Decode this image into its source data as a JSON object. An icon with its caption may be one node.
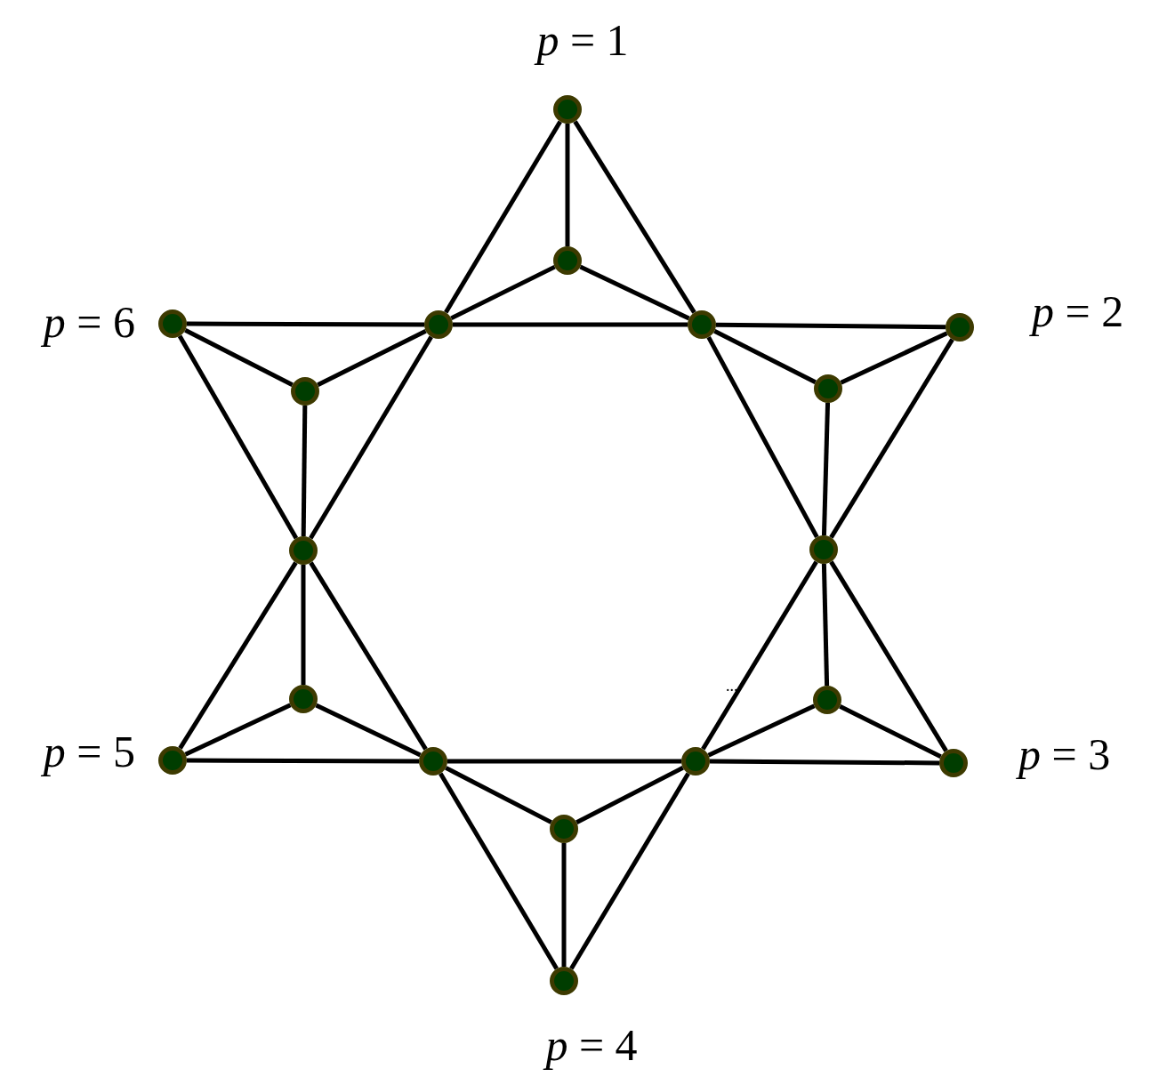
{
  "diagram": {
    "nodes": [
      {
        "text": [],
        "shape": "circle",
        "beside": [
          "*p* = 1"
        ]
      },
      {
        "text": [],
        "shape": "circle"
      },
      {
        "text": [],
        "shape": "circle",
        "beside": [
          "*p* = 6"
        ]
      },
      {
        "text": [],
        "shape": "circle"
      },
      {
        "text": [],
        "shape": "circle"
      },
      {
        "text": [],
        "shape": "circle",
        "beside": [
          "*p* = 2"
        ]
      },
      {
        "text": [],
        "shape": "circle"
      },
      {
        "text": [],
        "shape": "circle"
      },
      {
        "text": [],
        "shape": "circle"
      },
      {
        "text": [],
        "shape": "circle"
      },
      {
        "text": [],
        "shape": "circle"
      },
      {
        "text": [],
        "shape": "circle"
      },
      {
        "text": [],
        "shape": "circle",
        "beside": [
          "*p* = 5"
        ]
      },
      {
        "text": [],
        "shape": "circle"
      },
      {
        "text": [],
        "shape": "circle"
      },
      {
        "text": [],
        "shape": "circle",
        "beside": [
          "*p* = 3"
        ]
      },
      {
        "text": [],
        "shape": "circle"
      },
      {
        "text": [],
        "shape": "circle",
        "beside": [
          "*p* = 4"
        ]
      }
    ],
    "edges": [
      {
        "from": 0,
        "to": 3,
        "arrow": "none"
      },
      {
        "from": 0,
        "to": 4,
        "arrow": "none"
      },
      {
        "from": 0,
        "to": 1,
        "arrow": "none"
      },
      {
        "from": 1,
        "to": 3,
        "arrow": "none"
      },
      {
        "from": 1,
        "to": 4,
        "arrow": "none"
      },
      {
        "from": 2,
        "to": 3,
        "arrow": "none"
      },
      {
        "from": 3,
        "to": 4,
        "arrow": "none"
      },
      {
        "from": 4,
        "to": 5,
        "arrow": "none"
      },
      {
        "from": 2,
        "to": 6,
        "arrow": "none"
      },
      {
        "from": 6,
        "to": 3,
        "arrow": "none"
      },
      {
        "from": 4,
        "to": 7,
        "arrow": "none"
      },
      {
        "from": 7,
        "to": 5,
        "arrow": "none"
      },
      {
        "from": 2,
        "to": 8,
        "arrow": "none"
      },
      {
        "from": 3,
        "to": 8,
        "arrow": "none"
      },
      {
        "from": 6,
        "to": 8,
        "arrow": "none"
      },
      {
        "from": 4,
        "to": 9,
        "arrow": "none"
      },
      {
        "from": 5,
        "to": 9,
        "arrow": "none"
      },
      {
        "from": 7,
        "to": 9,
        "arrow": "none"
      },
      {
        "from": 8,
        "to": 10,
        "arrow": "none"
      },
      {
        "from": 8,
        "to": 12,
        "arrow": "none"
      },
      {
        "from": 8,
        "to": 13,
        "arrow": "none"
      },
      {
        "from": 9,
        "to": 11,
        "arrow": "none"
      },
      {
        "from": 9,
        "to": 15,
        "arrow": "none"
      },
      {
        "from": 9,
        "to": 14,
        "arrow": "none"
      },
      {
        "from": 12,
        "to": 10,
        "arrow": "none"
      },
      {
        "from": 10,
        "to": 13,
        "arrow": "none"
      },
      {
        "from": 12,
        "to": 13,
        "arrow": "none"
      },
      {
        "from": 13,
        "to": 14,
        "arrow": "none"
      },
      {
        "from": 14,
        "to": 15,
        "arrow": "none"
      },
      {
        "from": 11,
        "to": 14,
        "arrow": "none"
      },
      {
        "from": 11,
        "to": 15,
        "arrow": "none"
      },
      {
        "from": 13,
        "to": 16,
        "arrow": "none"
      },
      {
        "from": 16,
        "to": 14,
        "arrow": "none"
      },
      {
        "from": 13,
        "to": 17,
        "arrow": "none"
      },
      {
        "from": 14,
        "to": 17,
        "arrow": "none"
      },
      {
        "from": 16,
        "to": 17,
        "arrow": "none"
      }
    ],
    "labels": [
      "..."
    ]
  }
}
